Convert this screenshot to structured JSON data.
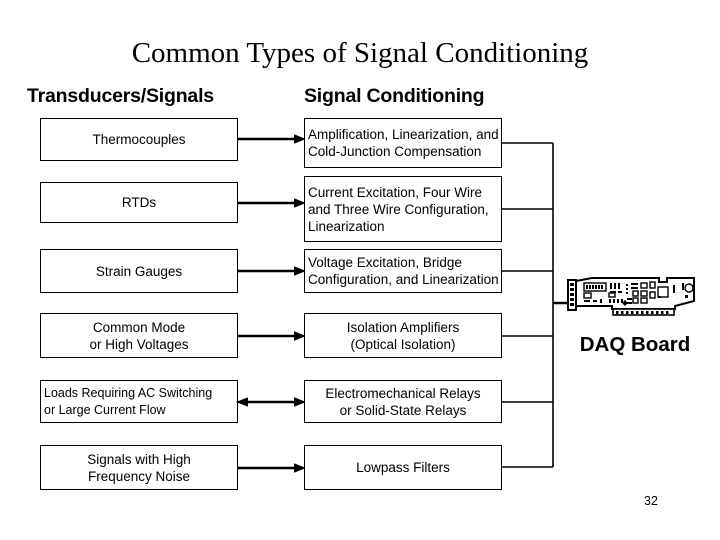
{
  "slide": {
    "title": "Common Types of Signal Conditioning",
    "page_number": "32",
    "headers": {
      "left": "Transducers/Signals",
      "right": "Signal Conditioning"
    },
    "daq": {
      "label": "DAQ Board",
      "icon": "daq-board-pcb-icon"
    },
    "rows": [
      {
        "transducer": {
          "lines": [
            "Thermocouples"
          ],
          "align": "center"
        },
        "conditioning": {
          "lines": [
            "Amplification, Linearization, and",
            "Cold-Junction Compensation"
          ],
          "align": "left"
        },
        "arrow": "single"
      },
      {
        "transducer": {
          "lines": [
            "RTDs"
          ],
          "align": "center"
        },
        "conditioning": {
          "lines": [
            "Current Excitation, Four Wire",
            "and Three Wire Configuration,",
            "Linearization"
          ],
          "align": "left"
        },
        "arrow": "single"
      },
      {
        "transducer": {
          "lines": [
            "Strain Gauges"
          ],
          "align": "center"
        },
        "conditioning": {
          "lines": [
            "Voltage Excitation, Bridge",
            "Configuration, and Linearization"
          ],
          "align": "left"
        },
        "arrow": "single"
      },
      {
        "transducer": {
          "lines": [
            "Common Mode",
            "or High Voltages"
          ],
          "align": "center"
        },
        "conditioning": {
          "lines": [
            "Isolation Amplifiers",
            "(Optical Isolation)"
          ],
          "align": "center"
        },
        "arrow": "single"
      },
      {
        "transducer": {
          "lines": [
            "Loads Requiring AC Switching",
            "or Large Current Flow"
          ],
          "align": "left"
        },
        "conditioning": {
          "lines": [
            "Electromechanical Relays",
            "or Solid-State Relays"
          ],
          "align": "center"
        },
        "arrow": "double"
      },
      {
        "transducer": {
          "lines": [
            "Signals with High",
            "Frequency Noise"
          ],
          "align": "center"
        },
        "conditioning": {
          "lines": [
            "Lowpass Filters"
          ],
          "align": "center"
        },
        "arrow": "single"
      }
    ],
    "colors": {
      "background": "#ffffff",
      "ink": "#000000"
    }
  }
}
